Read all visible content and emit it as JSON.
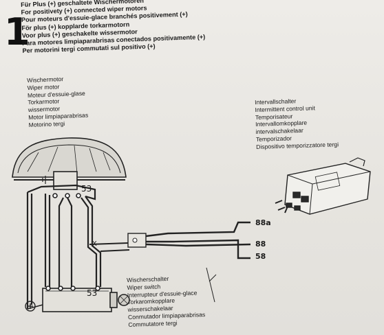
{
  "heading": {
    "number": "1",
    "lines": [
      "Für Plus (+) geschaltete Wischermotoren",
      "For positivety (+) connected wiper motors",
      "Pour moteurs d'essuie-glace branchés positivement (+)",
      "För plus (+) kopplarde torkarmotorn",
      "Voor plus (+) geschakelte wissermotor",
      "Para motores limpiaparabrisas conectados positivamente (+)",
      "Per motorini tergi commutati sul positivo (+)"
    ]
  },
  "wiper_motor": {
    "lines": [
      "Wischermotor",
      "Wiper motor",
      "Moteur d'essuie-glase",
      "Torkarmotor",
      "wissermotor",
      "Motor limpiaparabrisas",
      "Motorino tergi"
    ],
    "terminal": "53"
  },
  "interval_unit": {
    "lines": [
      "Intervallschalter",
      "Intermittent control unit",
      "Temporisateur",
      "Intervallomkopplare",
      "intervalschakelaar",
      "Temporizador",
      "Dispositivo temporizzatore tergi"
    ]
  },
  "wiper_switch": {
    "lines": [
      "Wischerschalter",
      "Wiper switch",
      "Interrupteur d'essuie-glace",
      "Torkaromkopplare",
      "wisserschakelaar",
      "Conmutador limpiaparabrisas",
      "Commutatore tergi"
    ],
    "terminal": "53"
  },
  "connector_mark": "X",
  "terminals": {
    "t88a": "88a",
    "t88": "88",
    "t58": "58"
  },
  "positive_symbol": "⊕"
}
